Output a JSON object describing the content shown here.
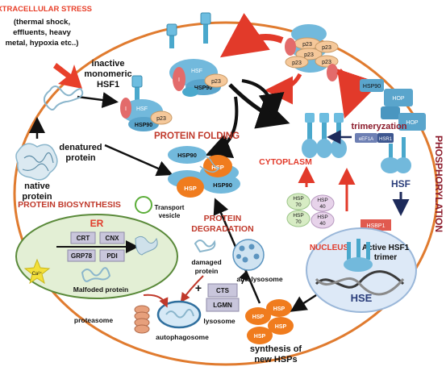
{
  "stress": {
    "title": "EXTRACELLULAR STRESS",
    "detail": [
      "(thermal shock,",
      "effluents, heavy",
      "metal, hypoxia etc..)"
    ]
  },
  "inactive_hsf1": [
    "inactive",
    "monomeric",
    "HSF1"
  ],
  "denatured_protein": [
    "denatured",
    "protein"
  ],
  "native_protein": [
    "native",
    "protein"
  ],
  "protein_folding": "PROTEIN FOLDING",
  "cytoplasm": "CYTOPLASM",
  "trimeryzation": "trimeryzation",
  "phosphorylation": "PHOSPHORYLATION",
  "nucleus": "NUCLEUS",
  "active_hsf1": [
    "Active HSF1",
    "trimer"
  ],
  "hse": "HSE",
  "hsf": "HSF",
  "hsbp1": "HSBP1",
  "synthesis": [
    "synthesis of",
    "new HSPs"
  ],
  "biosynthesis": "PROTEIN BIOSYNTHESIS",
  "transport_vesicle": [
    "Transport",
    "vesicle"
  ],
  "er": "ER",
  "er_chaperones": [
    "CRT",
    "CNX",
    "GRP78",
    "PDI"
  ],
  "malfolded": "Malfoded protein",
  "calcium": "Ca²⁺",
  "degradation": [
    "PROTEIN",
    "DEGRADATION"
  ],
  "damaged": [
    "damaged",
    "protein"
  ],
  "autolysosome": "autolysosome",
  "lysosome_enzymes": [
    "CTS",
    "LGMN"
  ],
  "lysosome": "lysosome",
  "proteasome": "proteasome",
  "autophagosome": "autophagosome",
  "labels": {
    "hsf": "HSF",
    "hsp90": "HSP90",
    "hsp": "HSP",
    "p23": "p23",
    "hop": "HOP",
    "i": "I",
    "plus": "+",
    "hsp70": [
      "HSP",
      "70"
    ],
    "hsp40": [
      "HSP",
      "40"
    ],
    "ef1a": "eEF1A",
    "hsr1": "HSR1"
  },
  "colors": {
    "stress": "#e8402a",
    "red_label": "#c0392b",
    "maroon": "#8b1a2b",
    "hsf_blue": "#4aa8cc",
    "hsp_blue": "#72b9dc",
    "hsp_orange": "#f07c1e",
    "p23": "#f5c89a",
    "inhibitor": "#e36b6b",
    "er_green": "#e3efd5",
    "nucleus": "#dde9f7"
  }
}
